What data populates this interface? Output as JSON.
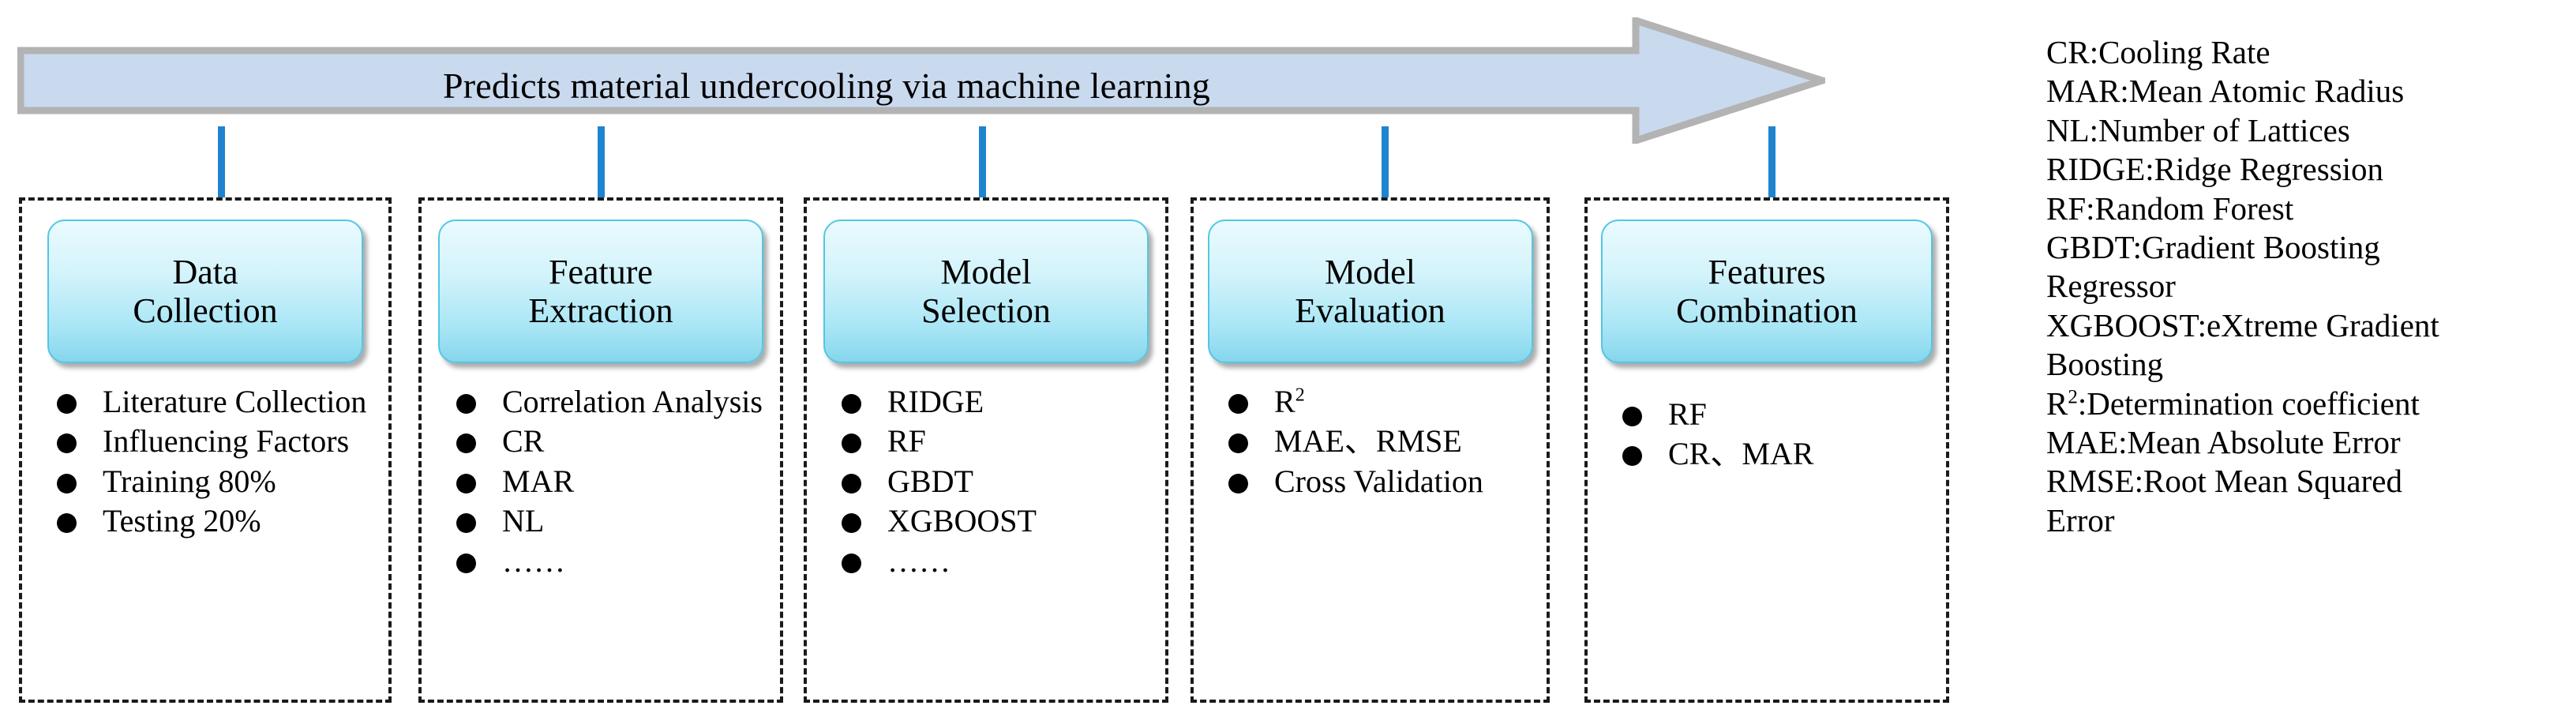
{
  "banner": {
    "title": "Predicts material undercooling via machine learning",
    "fill_color": "#c9d9ee",
    "border_color": "#b3b3b3"
  },
  "connector_color": "#1f84d0",
  "stage_box": {
    "gradient_top": "#eafbfe",
    "gradient_bottom": "#86d6ed",
    "border_color": "#53c6e3"
  },
  "stages": [
    {
      "title": "Data Collection",
      "title_line1": "Data",
      "title_line2": "Collection",
      "items": [
        "Literature Collection",
        "Influencing Factors",
        "Training 80%",
        "Testing 20%"
      ]
    },
    {
      "title": "Feature Extraction",
      "title_line1": "Feature",
      "title_line2": "Extraction",
      "items": [
        "Correlation Analysis",
        "CR",
        "MAR",
        "NL",
        "……"
      ]
    },
    {
      "title": "Model Selection",
      "title_line1": "Model",
      "title_line2": "Selection",
      "items": [
        "RIDGE",
        "RF",
        "GBDT",
        "XGBOOST",
        "……"
      ]
    },
    {
      "title": "Model Evaluation",
      "title_line1": "Model",
      "title_line2": "Evaluation",
      "items": [
        "R2",
        "MAE、RMSE",
        "Cross Validation"
      ],
      "item0_base": "R",
      "item0_sup": "2"
    },
    {
      "title": "Features Combination",
      "title_line1": "Features",
      "title_line2": "Combination",
      "items": [
        "RF",
        "CR、MAR"
      ]
    }
  ],
  "legend": {
    "lines": [
      "CR:Cooling Rate",
      "MAR:Mean Atomic Radius",
      "NL:Number of Lattices",
      "RIDGE:Ridge Regression",
      "RF:Random Forest",
      "GBDT:Gradient Boosting",
      "Regressor",
      "XGBOOST:eXtreme Gradient",
      "Boosting",
      "R2:Determination coefficient",
      "MAE:Mean Absolute Error",
      "RMSE:Root Mean Squared",
      "Error"
    ],
    "r2_line_base": "R",
    "r2_line_sup": "2",
    "r2_line_rest": ":Determination  coefficient"
  }
}
